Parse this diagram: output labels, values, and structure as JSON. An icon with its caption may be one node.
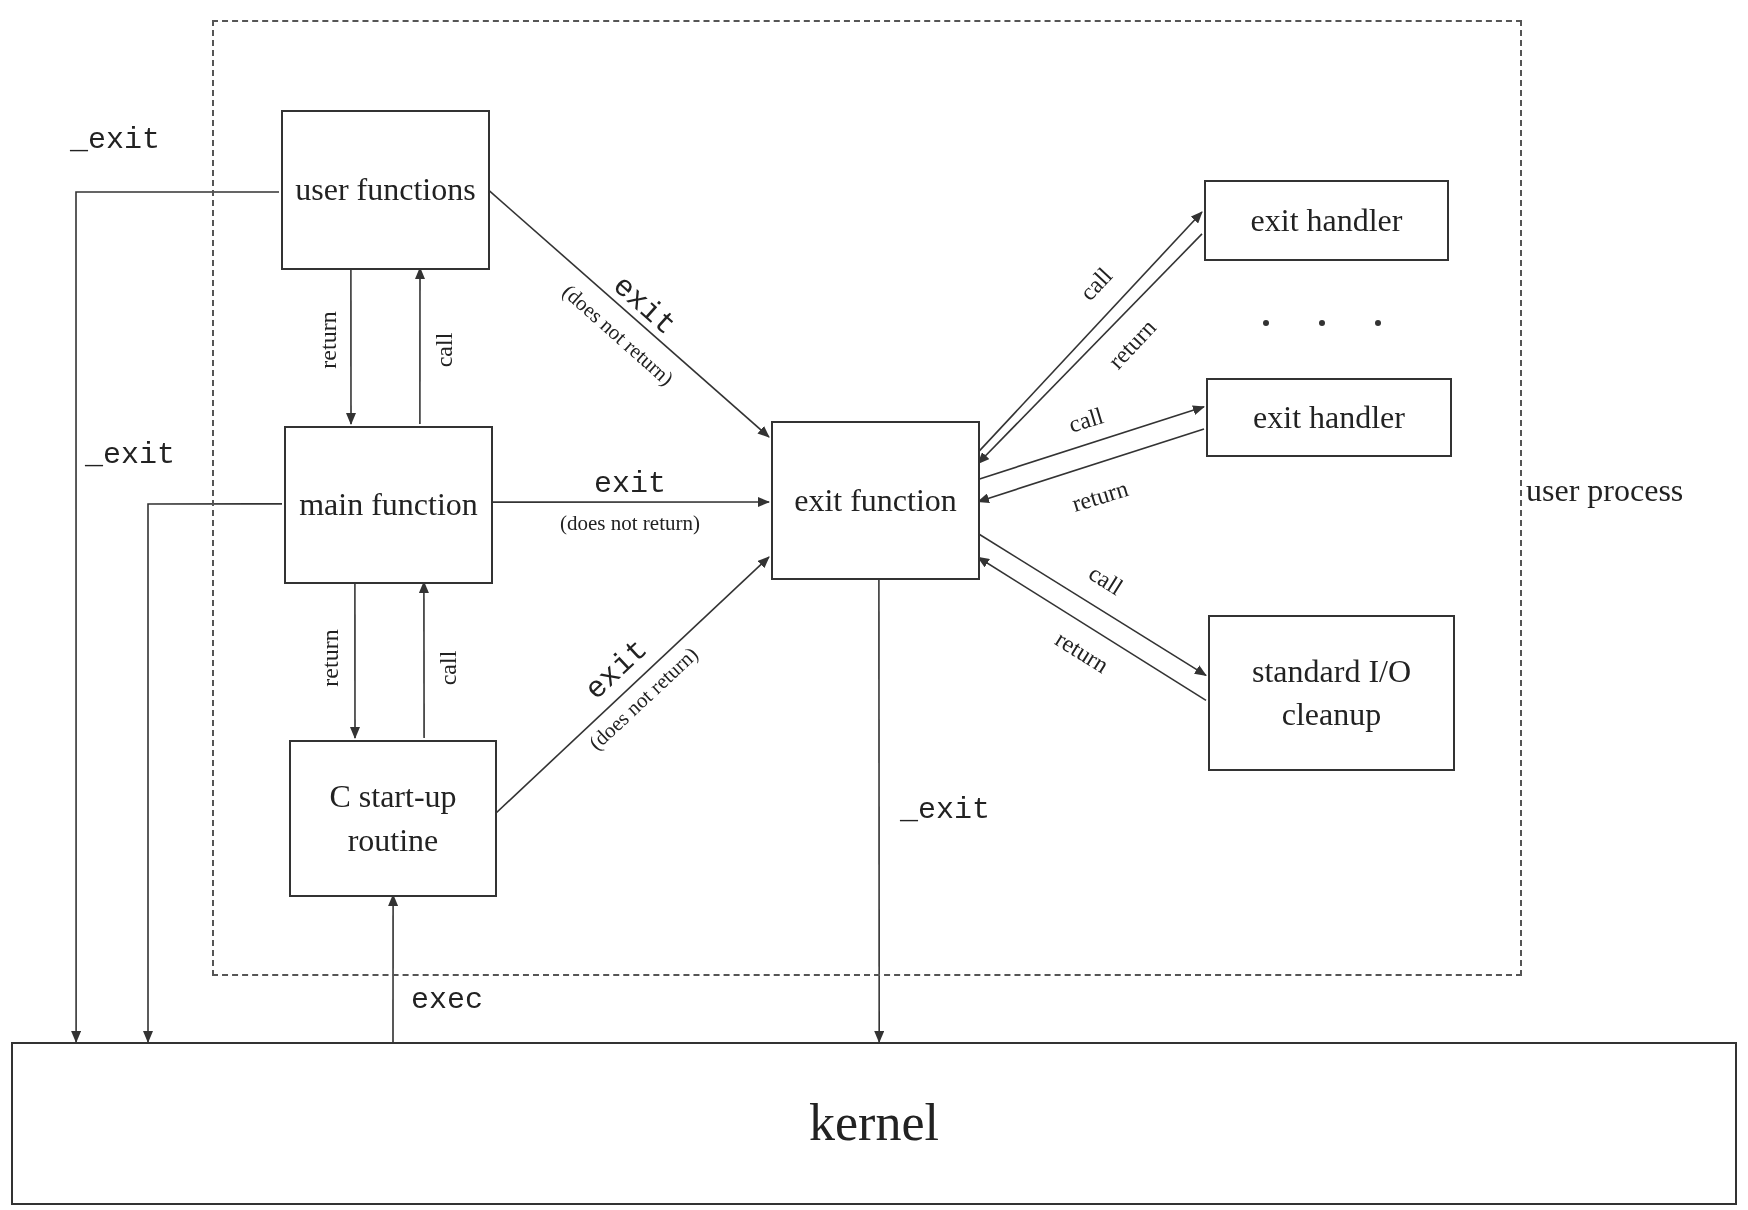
{
  "diagram": {
    "nodes": [
      {
        "text": [
          "user process"
        ]
      },
      {
        "text": [
          "user functions"
        ],
        "in": 0
      },
      {
        "text": [
          "main function"
        ],
        "in": 0
      },
      {
        "text": [
          "exit function"
        ],
        "in": 0
      },
      {
        "text": [
          "C start-up routine"
        ],
        "in": 0
      },
      {
        "text": [
          "exit handler"
        ],
        "in": 0
      },
      {
        "text": [
          "exit handler"
        ],
        "in": 0
      },
      {
        "text": [
          "standard I/O cleanup"
        ],
        "in": 0
      },
      {
        "text": [
          "kernel"
        ]
      }
    ],
    "edges": [
      {
        "from": 1,
        "to": 8,
        "arrow": "to",
        "label": "_exit"
      },
      {
        "from": 2,
        "to": 8,
        "arrow": "to",
        "label": "_exit"
      },
      {
        "from": 1,
        "to": 2,
        "arrow": "to",
        "label": "return"
      },
      {
        "from": 2,
        "to": 1,
        "arrow": "to",
        "label": "call"
      },
      {
        "from": 2,
        "to": 4,
        "arrow": "to",
        "label": "return"
      },
      {
        "from": 4,
        "to": 2,
        "arrow": "to",
        "label": "call"
      },
      {
        "from": 1,
        "to": 3,
        "arrow": "to",
        "label": "exit (does not return)"
      },
      {
        "from": 2,
        "to": 3,
        "arrow": "to",
        "label": "exit (does not return)"
      },
      {
        "from": 4,
        "to": 3,
        "arrow": "to",
        "label": "exit (does not return)"
      },
      {
        "from": 3,
        "to": 5,
        "arrow": "to",
        "label": "call"
      },
      {
        "from": 5,
        "to": 3,
        "arrow": "to",
        "label": "return"
      },
      {
        "from": 3,
        "to": 6,
        "arrow": "to",
        "label": "call"
      },
      {
        "from": 6,
        "to": 3,
        "arrow": "to",
        "label": "return"
      },
      {
        "from": 3,
        "to": 7,
        "arrow": "to",
        "label": "call"
      },
      {
        "from": 7,
        "to": 3,
        "arrow": "to",
        "label": "return"
      },
      {
        "from": 3,
        "to": 8,
        "arrow": "to",
        "label": "_exit"
      },
      {
        "from": 8,
        "to": 4,
        "arrow": "to",
        "label": "exec"
      }
    ]
  }
}
